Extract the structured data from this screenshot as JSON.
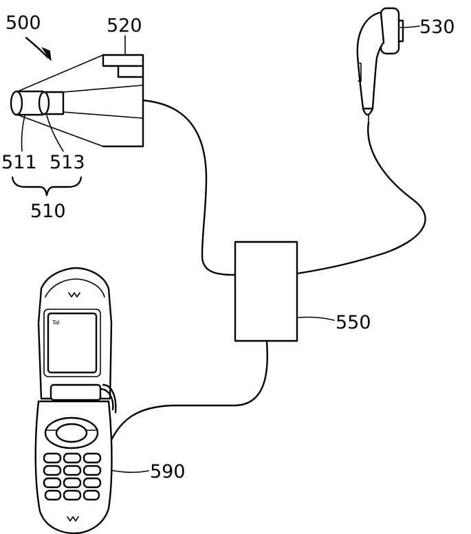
{
  "labels": {
    "system": "500",
    "camera_housing": "520",
    "earphone": "530",
    "lens_assembly": "510",
    "lens_front": "511",
    "lens_rear": "513",
    "controller": "550",
    "phone": "590"
  },
  "phone_screen_text": "Tal"
}
